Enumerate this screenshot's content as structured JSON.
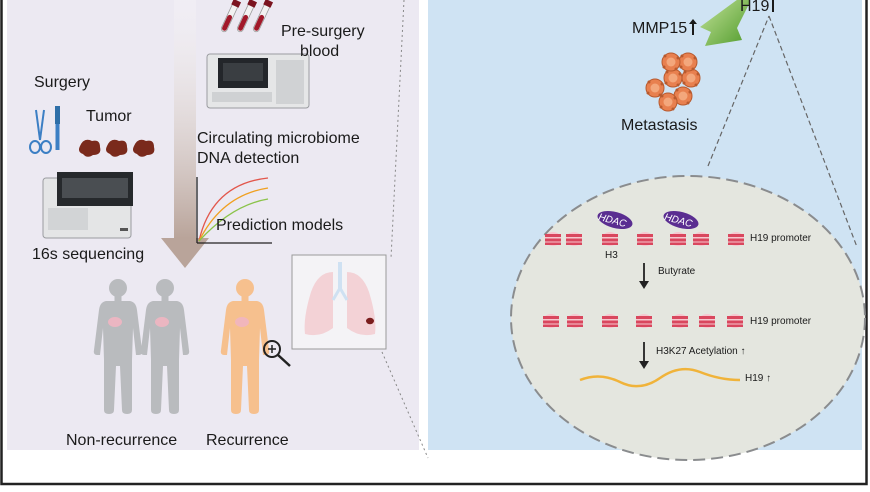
{
  "workflow": {
    "surgery": "Surgery",
    "tumor": "Tumor",
    "sequencing": "16s sequencing",
    "blood": [
      "Pre-surgery",
      "blood"
    ],
    "detection": [
      "Circulating microbiome",
      "DNA detection"
    ],
    "models": "Prediction models",
    "non_recurrence": "Non-recurrence",
    "recurrence": "Recurrence"
  },
  "mechanism": {
    "h19_top": "H19",
    "mmp15": "MMP15",
    "metastasis": "Metastasis",
    "hdac_label": "HDAC",
    "h3": "H3",
    "promoter_1": "H19 promoter",
    "butyrate": "Butyrate",
    "promoter_2": "H19 promoter",
    "acetylation": "H3K27 Acetylation ↑",
    "h19_bottom": "H19 ↑"
  },
  "colors": {
    "left_panel": "#ece9f2",
    "right_panel": "#cfe3f3",
    "nucleus": "#e4e6df",
    "nucleosome": "#d9475e",
    "hdac": "#5a2d91",
    "human_grey": "#b9bbbe",
    "human_orange": "#f6c08e",
    "tumor_cell": "#e8804f",
    "arrow_green": "#6fae3a",
    "transcript": "#f0b33a"
  }
}
